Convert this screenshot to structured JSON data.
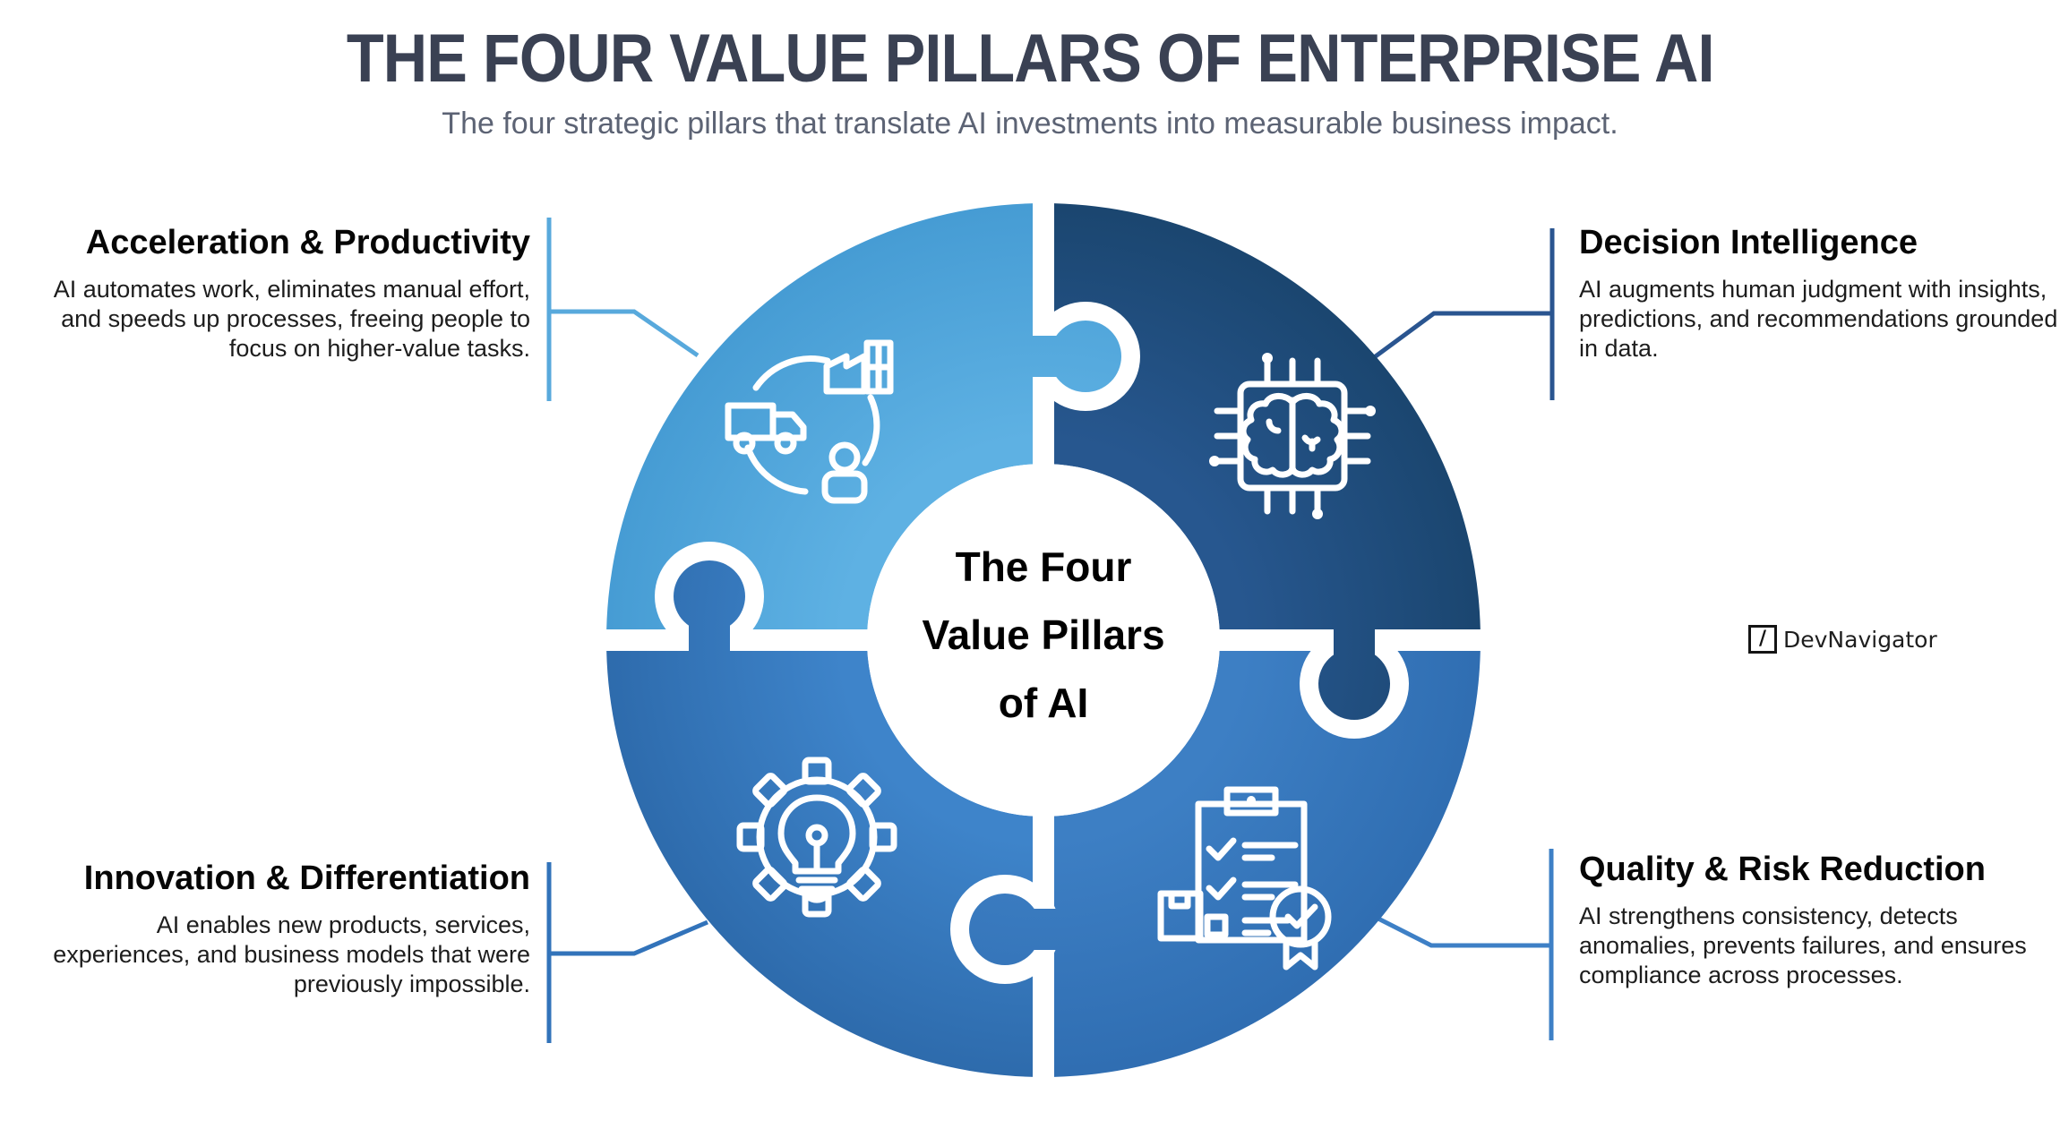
{
  "header": {
    "title": "THE FOUR VALUE PILLARS OF ENTERPRISE AI",
    "subtitle": "The four strategic pillars that translate AI investments into measurable business impact."
  },
  "center": {
    "line1": "The Four",
    "line2": "Value Pillars",
    "line3": "of AI"
  },
  "pillars": [
    {
      "id": "acceleration-productivity",
      "quadrant": "top-left",
      "title": "Acceleration & Productivity",
      "description": "AI automates work, eliminates manual effort, and speeds up processes, freeing people to focus on higher-value tasks.",
      "color": "#53a7db",
      "connector_color": "#58a9dc",
      "icon": "supply-chain-cycle-icon"
    },
    {
      "id": "decision-intelligence",
      "quadrant": "top-right",
      "title": "Decision Intelligence",
      "description": "AI augments human judgment with insights, predictions, and recommendations grounded in data.",
      "color": "#1f4e7e",
      "connector_color": "#2a5590",
      "icon": "ai-chip-brain-icon"
    },
    {
      "id": "innovation-differentiation",
      "quadrant": "bottom-left",
      "title": "Innovation & Differentiation",
      "description": "AI enables new products, services, experiences, and business models that were previously impossible.",
      "color": "#3779bf",
      "connector_color": "#3273ba",
      "icon": "gear-lightbulb-icon"
    },
    {
      "id": "quality-risk-reduction",
      "quadrant": "bottom-right",
      "title": "Quality & Risk Reduction",
      "description": "AI strengthens consistency, detects anomalies, prevents failures, and ensures compliance across processes.",
      "color": "#3271b7",
      "connector_color": "#3e80c6",
      "icon": "checklist-award-icon"
    }
  ],
  "brand": {
    "glyph": "/",
    "name": "DevNavigator"
  }
}
